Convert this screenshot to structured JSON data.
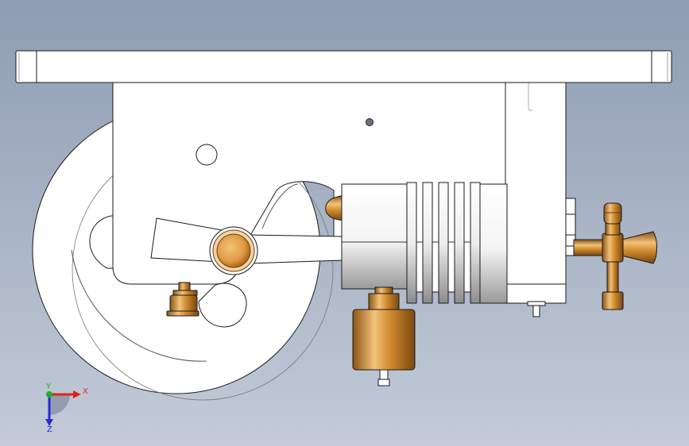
{
  "viewport": {
    "background_top": "#8e9db2",
    "background_bottom": "#c3cbd8"
  },
  "model": {
    "body_fill": "#ffffff",
    "edge_color": "#1a1a1a",
    "brass_color": "#d08a2e",
    "brass_highlight": "#f2c27a",
    "brass_shadow": "#8a5414"
  },
  "triad": {
    "x_label": "X",
    "y_label": "Y",
    "z_label": "Z",
    "x_color": "#e0201c",
    "y_color": "#22b022",
    "z_color": "#2a2ad8"
  }
}
